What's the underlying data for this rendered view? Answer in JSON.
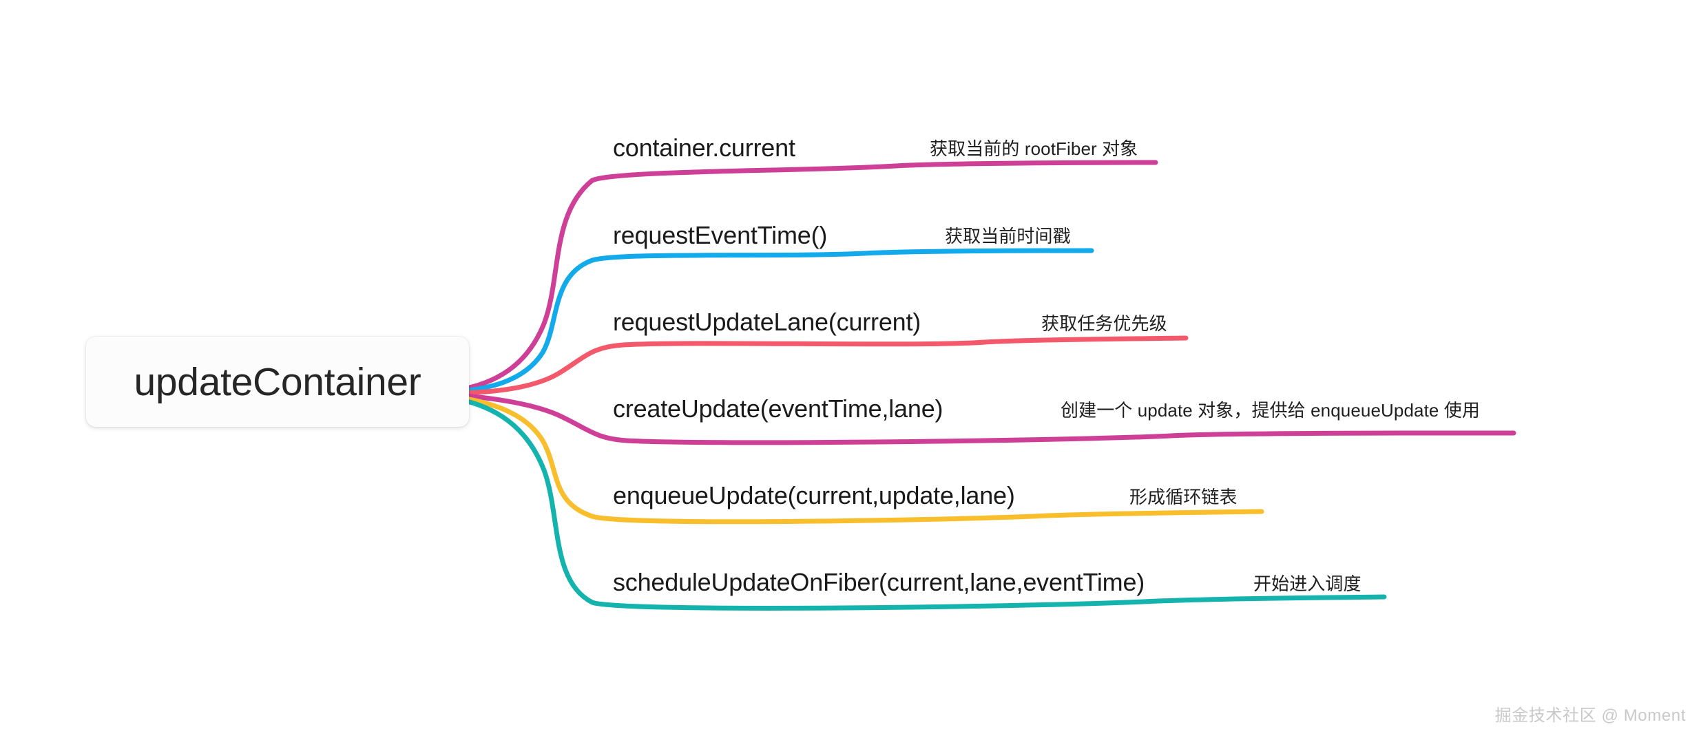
{
  "diagram": {
    "type": "mindmap",
    "root": {
      "label": "updateContainer"
    },
    "watermark": "掘金技术社区 @ Moment",
    "branches": [
      {
        "id": "container-current",
        "title": "container.current",
        "note": "获取当前的 rootFiber 对象",
        "color": "#CE3F97"
      },
      {
        "id": "request-event-time",
        "title": "requestEventTime()",
        "note": "获取当前时间戳",
        "color": "#12AAEB"
      },
      {
        "id": "request-update-lane",
        "title": "requestUpdateLane(current)",
        "note": "获取任务优先级",
        "color": "#F4586B"
      },
      {
        "id": "create-update",
        "title": "createUpdate(eventTime,lane)",
        "note": "创建一个 update 对象，提供给 enqueueUpdate 使用",
        "color": "#CE3F97"
      },
      {
        "id": "enqueue-update",
        "title": "enqueueUpdate(current,update,lane)",
        "note": "形成循环链表",
        "color": "#F8BE2C"
      },
      {
        "id": "schedule-update-on-fiber",
        "title": "scheduleUpdateOnFiber(current,lane,eventTime)",
        "note": "开始进入调度",
        "color": "#14B3AE"
      }
    ]
  }
}
